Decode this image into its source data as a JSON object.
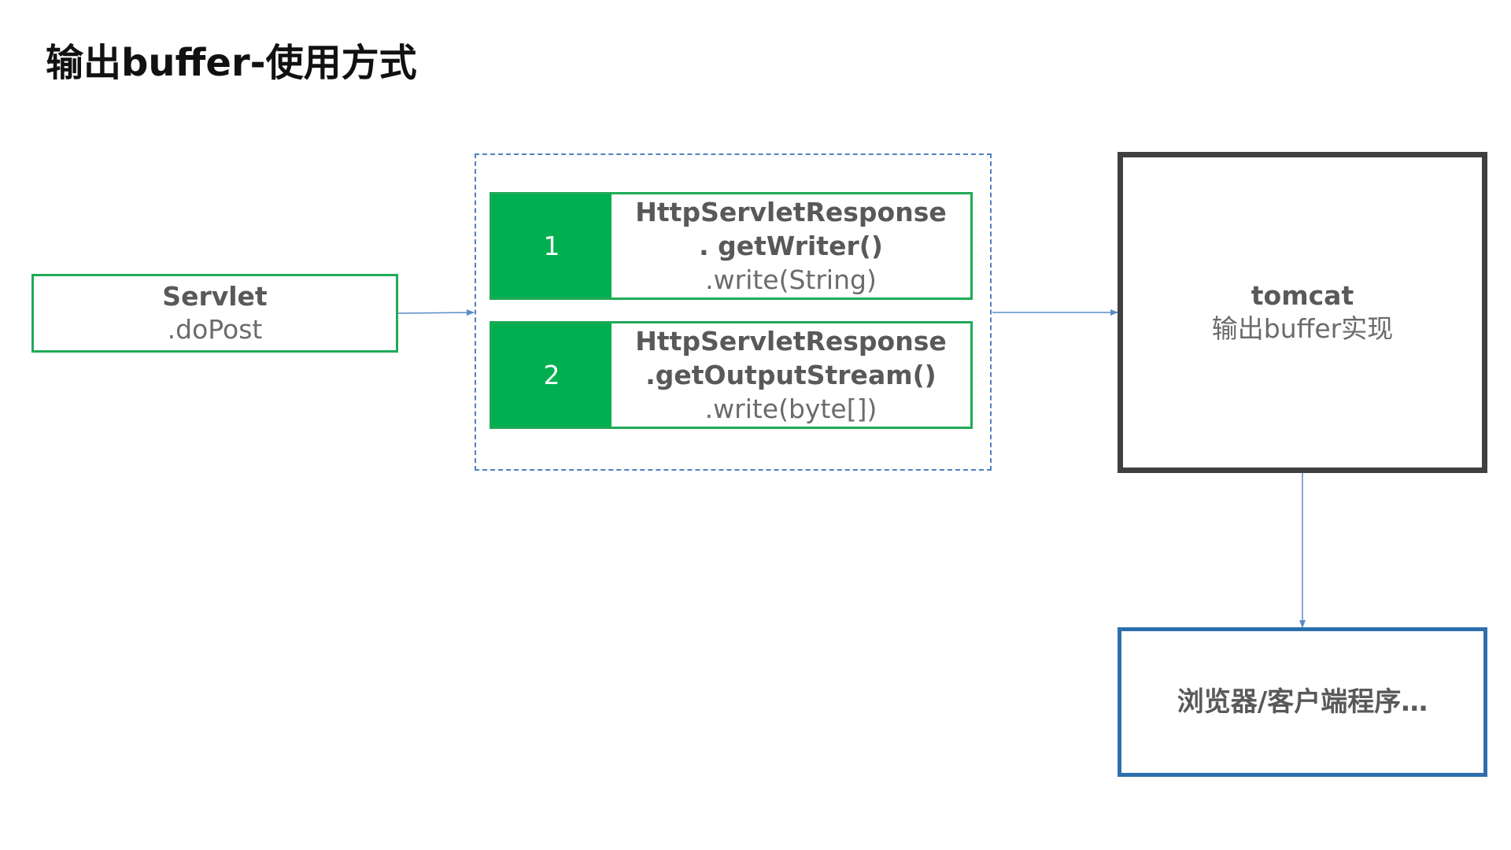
{
  "title": "输出buffer-使用方式",
  "servlet": {
    "name": "Servlet",
    "method": ".doPost"
  },
  "methods": [
    {
      "number": "1",
      "line1": "HttpServletResponse",
      "line2": ". getWriter()",
      "line3": ".write(String)"
    },
    {
      "number": "2",
      "line1": "HttpServletResponse",
      "line2": ".getOutputStream()",
      "line3": ".write(byte[])"
    }
  ],
  "tomcat": {
    "name": "tomcat",
    "desc": "输出buffer实现"
  },
  "client": {
    "label": "浏览器/客户端程序…"
  },
  "colors": {
    "green": "#00b050",
    "green_border": "#1faa57",
    "blue": "#2e6fad",
    "dashed": "#4f7fc0",
    "dark": "#404040"
  }
}
